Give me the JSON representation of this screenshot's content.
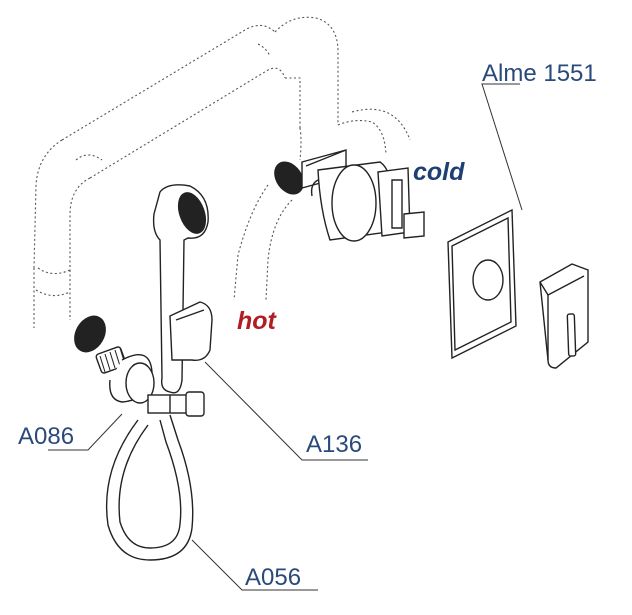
{
  "labels": {
    "alme": "Alme 1551",
    "a086": "A086",
    "a136": "A136",
    "a056": "A056"
  },
  "flow": {
    "cold": "cold",
    "hot": "hot"
  },
  "colors": {
    "label": "#2a4a7a",
    "cold": "#1e3f74",
    "hot": "#b01e24",
    "line": "#222222",
    "hidden_line": "#555555"
  }
}
